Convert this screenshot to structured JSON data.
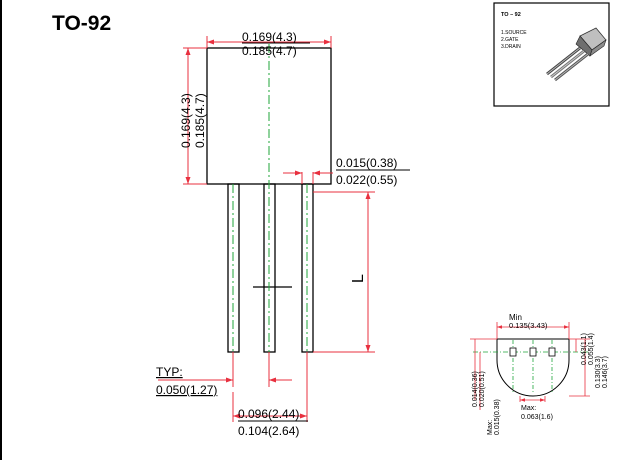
{
  "title": "TO-92",
  "body_width": {
    "min": "0.169(4.3)",
    "max": "0.185(4.7)"
  },
  "body_height": {
    "min": "0.169(4.3)",
    "max": "0.185(4.7)"
  },
  "lead_width": {
    "min": "0.015(0.38)",
    "max": "0.022(0.55)"
  },
  "lead_length_label": "L",
  "pitch": {
    "prefix": "TYP:",
    "value": "0.050(1.27)"
  },
  "span": {
    "min": "0.096(2.44)",
    "max": "0.104(2.64)"
  },
  "inset": {
    "title": "TO – 92",
    "pins": [
      "1.SOURCE",
      "2.GATE",
      "3.DRAIN"
    ]
  },
  "bottom_view": {
    "min_label": "Min",
    "min_value": "0.135(3.43)",
    "right_a1": "0.043(1.1)",
    "right_a2": "0.055(1.4)",
    "right_b1": "0.130(3.3)",
    "right_b2": "0.146(3.7)",
    "left_a1": "0.014(0.36)",
    "left_a2": "0.020(0.51)",
    "left_b_prefix": "Max:",
    "left_b_value": "0.015(0.38)",
    "bottom_prefix": "Max:",
    "bottom_value": "0.063(1.6)"
  },
  "colors": {
    "dimension": "#e8303f",
    "centerline": "#1fa53a",
    "outline": "#000000"
  }
}
